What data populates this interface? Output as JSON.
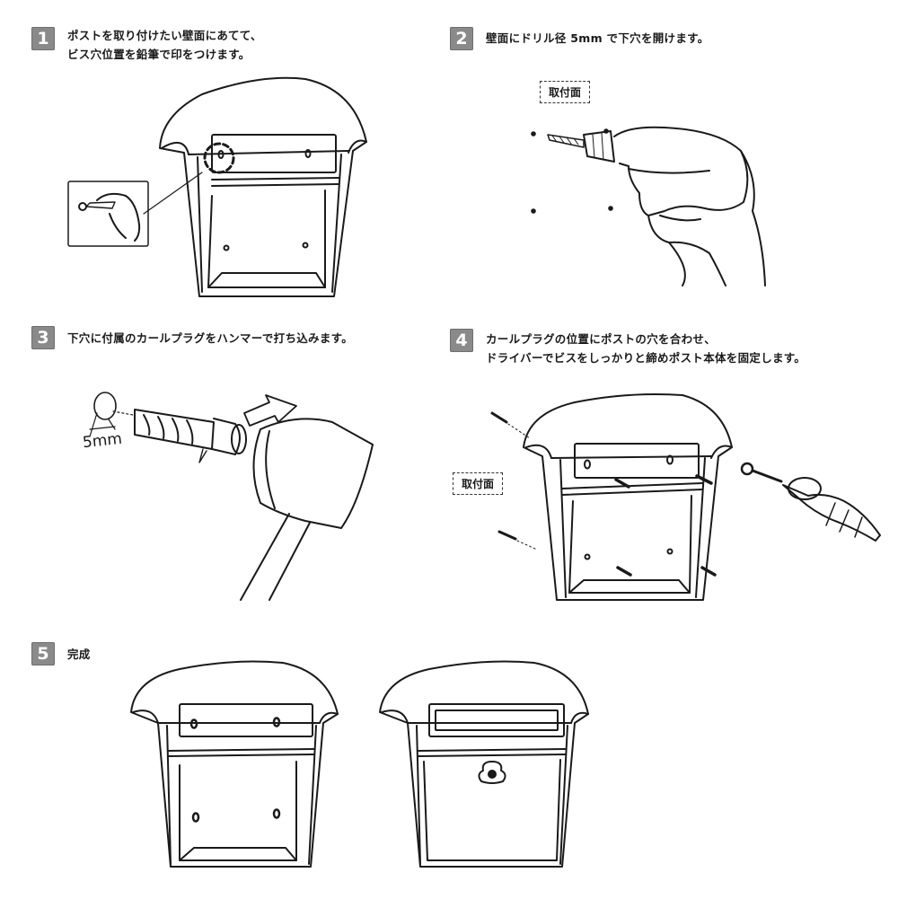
{
  "steps": [
    {
      "number": "1",
      "lines": [
        "ポストを取り付けたい壁面にあてて、",
        "ビス穴位置を鉛筆で印をつけます。"
      ]
    },
    {
      "number": "2",
      "lines": [
        "壁面にドリル径 5mm で下穴を開けます。"
      ]
    },
    {
      "number": "3",
      "lines": [
        "下穴に付属のカールプラグをハンマーで打ち込みます。"
      ]
    },
    {
      "number": "4",
      "lines": [
        "カールプラグの位置にポストの穴を合わせ、",
        "ドライバーでビスをしっかりと締めポスト本体を固定します。"
      ]
    },
    {
      "number": "5",
      "lines": [
        "完成"
      ]
    }
  ],
  "labels": {
    "mounting_surface_2": "取付面",
    "mounting_surface_4": "取付面",
    "diameter": "5mm"
  }
}
